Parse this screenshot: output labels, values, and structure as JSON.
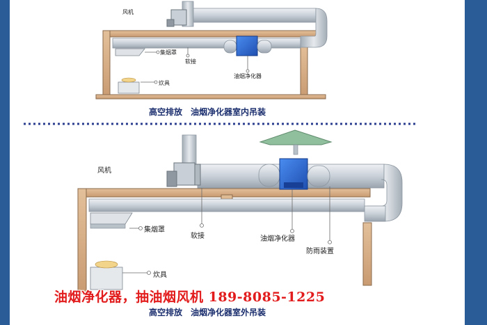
{
  "top": {
    "fan_label": "风机",
    "hood_label": "集烟罩",
    "hose_label": "软接",
    "purifier_label": "油烟净化器",
    "stove_label": "炊具",
    "caption": "高空排放　油烟净化器室内吊装"
  },
  "bottom": {
    "fan_label": "风机",
    "hood_label": "集烟罩",
    "hose_label": "软接",
    "purifier_label": "油烟净化器",
    "rain_label": "防雨装置",
    "stove_label": "炊具",
    "caption": "高空排放　油烟净化器室外吊装"
  },
  "banner": "油烟净化器，抽油烟风机 189-8085-1225",
  "colors": {
    "background": "#1f4f86",
    "wall": "#d8b08a",
    "duct": "#d9dee3",
    "purifier": "#2f6ed6",
    "caption_blue": "#1b2e6e",
    "banner_red": "#e21c1c",
    "dotted": "#2b3e8f"
  }
}
